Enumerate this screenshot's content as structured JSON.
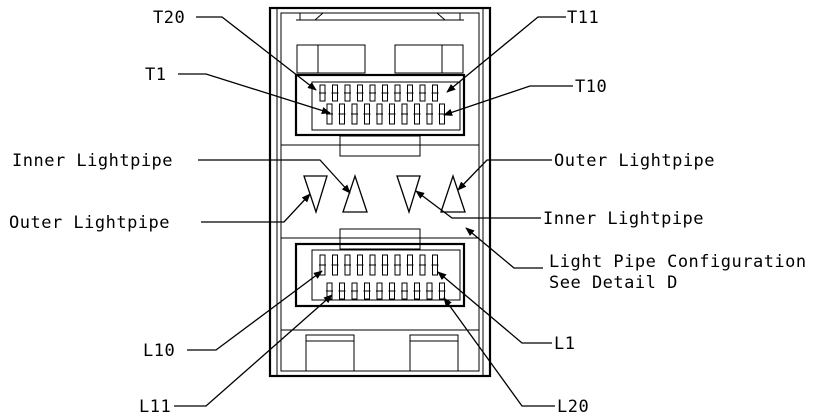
{
  "diagram": {
    "callouts": {
      "t20": "T20",
      "t11": "T11",
      "t1": "T1",
      "t10": "T10",
      "inner_lightpipe_left": "Inner Lightpipe",
      "outer_lightpipe_right": "Outer Lightpipe",
      "outer_lightpipe_left": "Outer Lightpipe",
      "inner_lightpipe_right": "Inner Lightpipe",
      "config_line1": "Light Pipe Configuration",
      "config_line2": "See Detail D",
      "l10": "L10",
      "l1": "L1",
      "l11": "L11",
      "l20": "L20"
    }
  }
}
